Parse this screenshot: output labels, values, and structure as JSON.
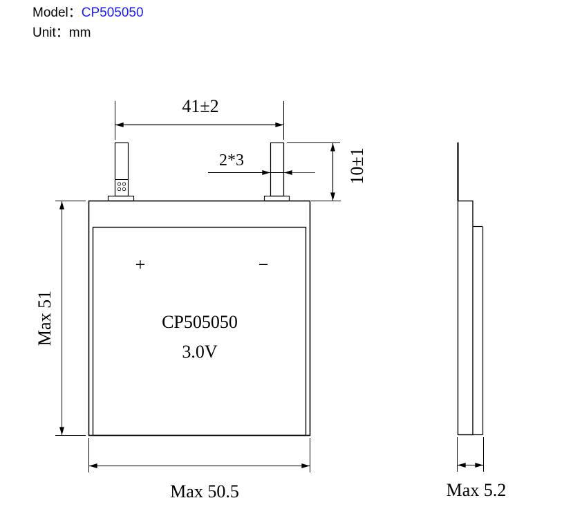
{
  "header": {
    "model_label": "Model：",
    "model_value": "CP505050",
    "unit_label": "Unit：",
    "unit_value": "mm"
  },
  "front_view": {
    "body_label": "CP505050",
    "voltage_label": "3.0V",
    "positive_symbol": "+",
    "negative_symbol": "−"
  },
  "dimensions": {
    "tab_spacing": "41±2",
    "tab_size": "2*3",
    "tab_length": "10±1",
    "height": "Max 51",
    "width": "Max 50.5",
    "thickness": "Max 5.2"
  },
  "colors": {
    "model_value": "#1a1aff",
    "lines": "#000000"
  }
}
